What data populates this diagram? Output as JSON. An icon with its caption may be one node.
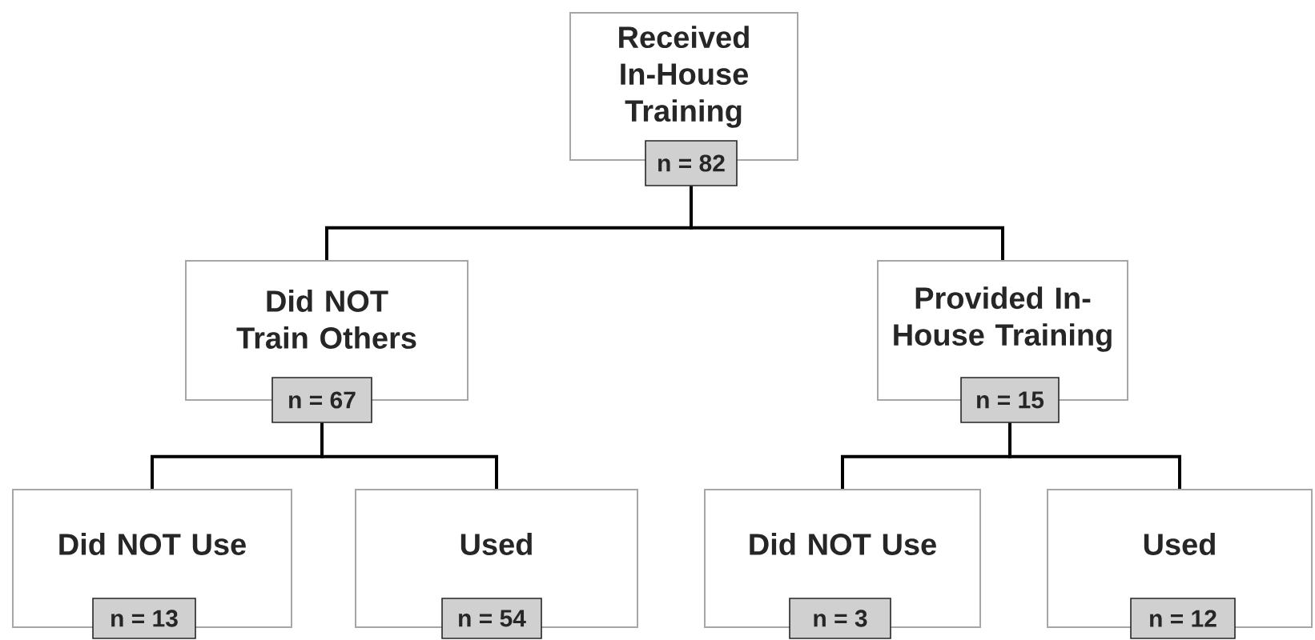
{
  "diagram": {
    "nodes": [
      {
        "text": [
          "Received In-House Training"
        ]
      },
      {
        "text": [
          "n = 82"
        ]
      },
      {
        "text": [
          "Did NOT Train Others"
        ]
      },
      {
        "text": [
          "n = 67"
        ]
      },
      {
        "text": [
          "Provided In-House Training"
        ]
      },
      {
        "text": [
          "n = 15"
        ]
      },
      {
        "text": [
          "Did NOT Use"
        ]
      },
      {
        "text": [
          "n = 13"
        ]
      },
      {
        "text": [
          "Used"
        ]
      },
      {
        "text": [
          "n = 54"
        ]
      },
      {
        "text": [
          "Did NOT Use"
        ]
      },
      {
        "text": [
          "n = 3"
        ]
      },
      {
        "text": [
          "Used"
        ]
      },
      {
        "text": [
          "n = 12"
        ]
      }
    ],
    "edges": [
      {
        "from": 1,
        "to": 2,
        "arrow": "none"
      },
      {
        "from": 1,
        "to": 4,
        "arrow": "none"
      },
      {
        "from": 3,
        "to": 6,
        "arrow": "none"
      },
      {
        "from": 3,
        "to": 8,
        "arrow": "none"
      },
      {
        "from": 5,
        "to": 10,
        "arrow": "none"
      },
      {
        "from": 5,
        "to": 12,
        "arrow": "none"
      }
    ]
  }
}
